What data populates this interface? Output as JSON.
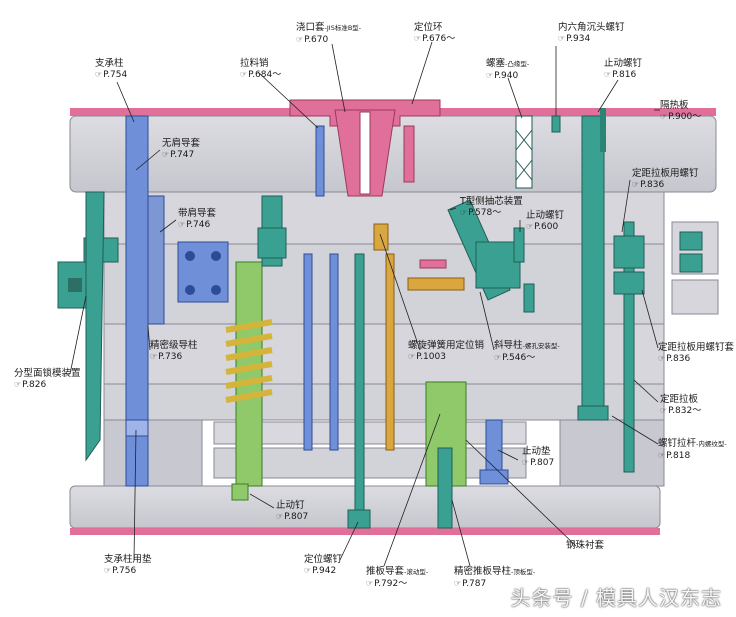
{
  "colors": {
    "plate": "#cfcfd6",
    "plate_edge": "#7d7d88",
    "insulation": "#e0709a",
    "blue_part": "#6f8fd8",
    "teal_part": "#3aa192",
    "green_part": "#8fc96a",
    "spring": "#d4b43a",
    "pin_yellow": "#d9a640",
    "leader": "#222222"
  },
  "labels": [
    {
      "id": "sprue-bushing",
      "name": "浇口套",
      "sub": "-JIS标准B型-",
      "ref": "P.670"
    },
    {
      "id": "locating-ring",
      "name": "定位环",
      "sub": "",
      "ref": "P.676～"
    },
    {
      "id": "hex-screw",
      "name": "内六角沉头螺钉",
      "sub": "",
      "ref": "P.934"
    },
    {
      "id": "support-pillar",
      "name": "支承柱",
      "sub": "",
      "ref": "P.754"
    },
    {
      "id": "sprue-puller",
      "name": "拉料销",
      "sub": "",
      "ref": "P.684～"
    },
    {
      "id": "plug",
      "name": "螺塞",
      "sub": "-凸缘型-",
      "ref": "P.940"
    },
    {
      "id": "stop-screw",
      "name": "止动螺钉",
      "sub": "",
      "ref": "P.816"
    },
    {
      "id": "insulation-plate",
      "name": "隔热板",
      "sub": "",
      "ref": "P.900～"
    },
    {
      "id": "shoulderless-bush",
      "name": "无肩导套",
      "sub": "",
      "ref": "P.747"
    },
    {
      "id": "puller-screw",
      "name": "定距拉板用螺钉",
      "sub": "",
      "ref": "P.836"
    },
    {
      "id": "t-slide-core",
      "name": "T型侧抽芯装置",
      "sub": "",
      "ref": "P.578～"
    },
    {
      "id": "stop-screw-2",
      "name": "止动螺钉",
      "sub": "",
      "ref": "P.600"
    },
    {
      "id": "flanged-bush",
      "name": "带肩导套",
      "sub": "",
      "ref": "P.746"
    },
    {
      "id": "precision-pillar",
      "name": "精密级导柱",
      "sub": "",
      "ref": "P.736"
    },
    {
      "id": "spring-pin",
      "name": "螺旋弹簧用定位销",
      "sub": "",
      "ref": "P.1003"
    },
    {
      "id": "angle-pin",
      "name": "斜导柱",
      "sub": "-螺孔安装型-",
      "ref": "P.546～"
    },
    {
      "id": "parting-lock",
      "name": "分型面锁模装置",
      "sub": "",
      "ref": "P.826"
    },
    {
      "id": "puller-screw-set",
      "name": "定距拉板用螺钉套",
      "sub": "",
      "ref": "P.836"
    },
    {
      "id": "puller-plate",
      "name": "定距拉板",
      "sub": "",
      "ref": "P.832～"
    },
    {
      "id": "stop-pad",
      "name": "止动垫",
      "sub": "",
      "ref": "P.807"
    },
    {
      "id": "stripper-bolt",
      "name": "螺钉拉杆",
      "sub": "-内螺纹型-",
      "ref": "P.818"
    },
    {
      "id": "stop-pin",
      "name": "止动钉",
      "sub": "",
      "ref": "P.807"
    },
    {
      "id": "pillar-pad",
      "name": "支承柱用垫",
      "sub": "",
      "ref": "P.756"
    },
    {
      "id": "locating-screw",
      "name": "定位螺钉",
      "sub": "",
      "ref": "P.942"
    },
    {
      "id": "ejector-guide-bush",
      "name": "推板导套",
      "sub": "-滚动型-",
      "ref": "P.792～"
    },
    {
      "id": "ejector-guide-pillar",
      "name": "精密推板导柱",
      "sub": "-顶板型-",
      "ref": "P.787"
    },
    {
      "id": "ball-bush",
      "name": "钢珠衬套",
      "sub": "",
      "ref": ""
    }
  ],
  "watermark": "头条号 / 模具人汉东志"
}
